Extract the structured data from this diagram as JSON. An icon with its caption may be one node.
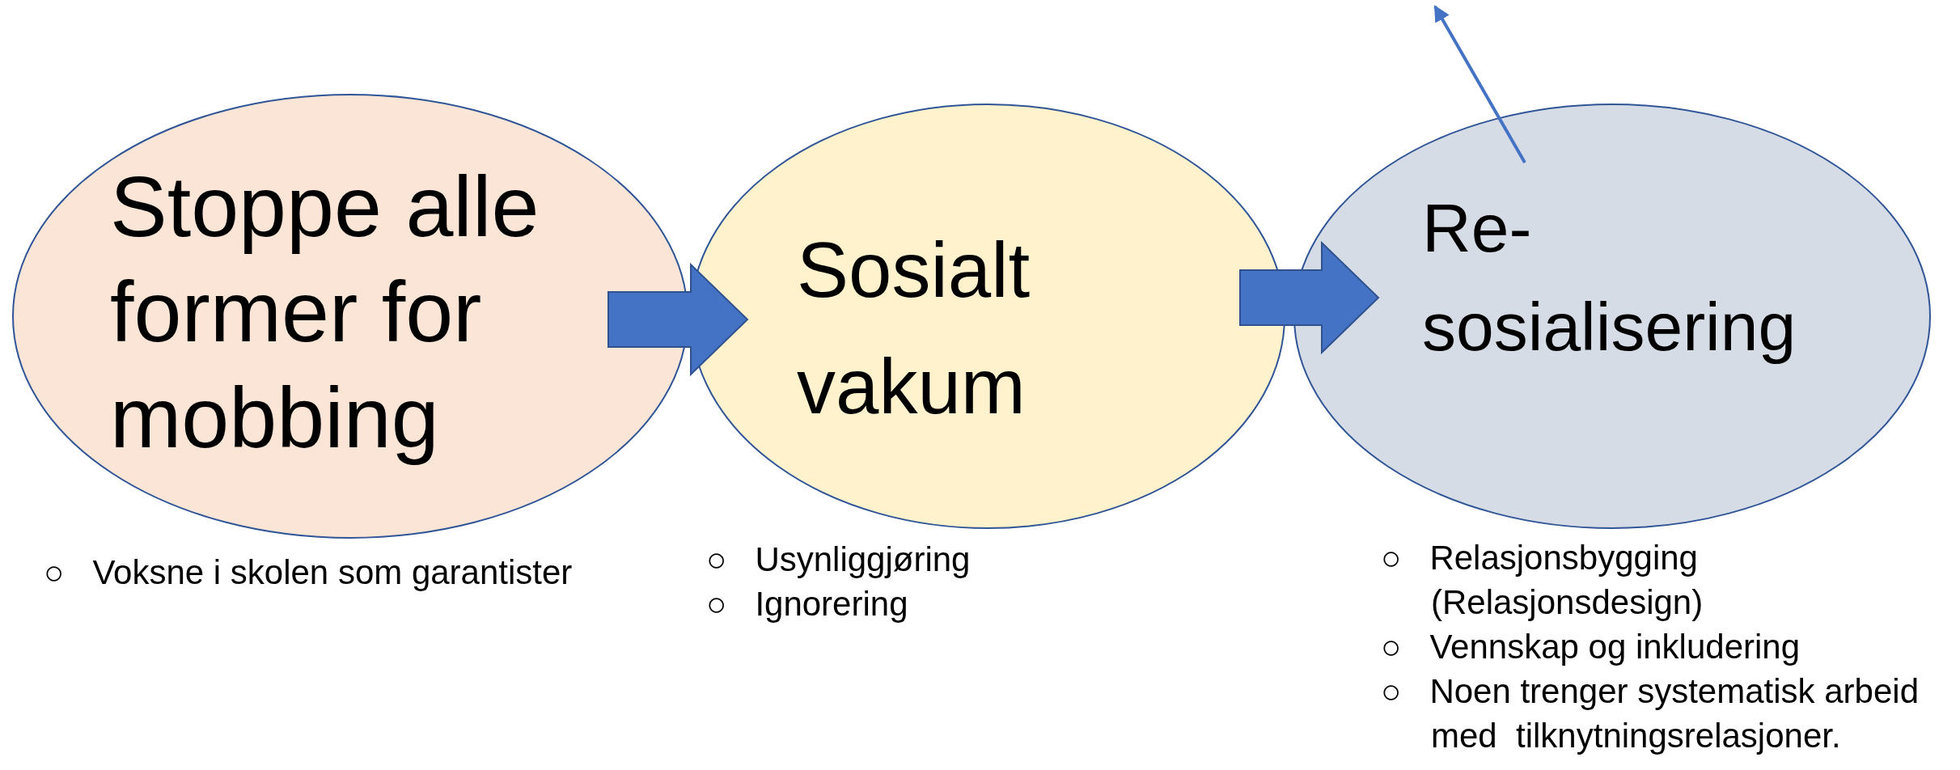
{
  "diagram": {
    "nodes": [
      {
        "text": [
          "Stoppe alle former for mobbing"
        ],
        "beside": [
          "○   Voksne i skolen som garantister"
        ]
      },
      {
        "text": [
          "Sosialt vakum"
        ],
        "beside": [
          "○   Usynliggjøring",
          "○   Ignorering"
        ]
      },
      {
        "text": [
          "Re-sosialisering"
        ],
        "beside": [
          "○   Relasjonsbygging (Relasjonsdesign)",
          "○   Vennskap og inkludering",
          "○   Noen trenger systematisk arbeid med  tilknytningsrelasjoner."
        ]
      }
    ],
    "edges": [
      {
        "from": 0,
        "to": 1,
        "arrow": "to",
        "style": "thick"
      },
      {
        "from": 1,
        "to": 2,
        "arrow": "to",
        "style": "thick"
      },
      {
        "from": 2,
        "to": null,
        "arrow": "to"
      }
    ]
  }
}
